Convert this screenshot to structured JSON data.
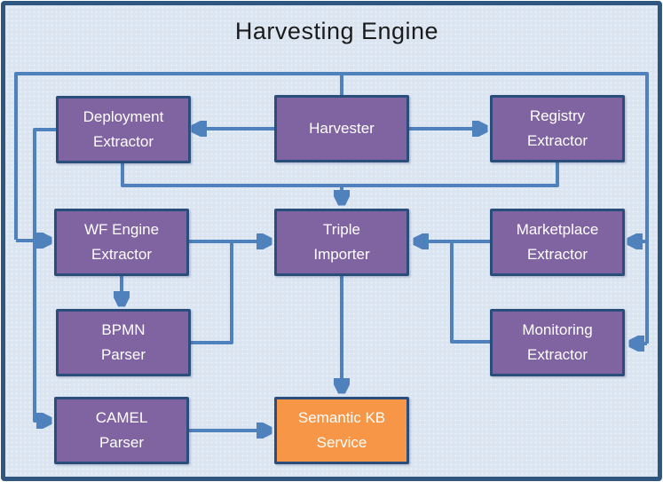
{
  "title": "Harvesting Engine",
  "colors": {
    "background": "#dbe5f1",
    "frame_border": "#2e567e",
    "node_fill_purple": "#8064a2",
    "node_fill_orange": "#f79646",
    "node_border": "#2a4d7c",
    "node_text": "#ffffff",
    "connector": "#4f81bd",
    "title_text": "#1b1b1b"
  },
  "nodes": {
    "deployment": {
      "label": "Deployment\nExtractor"
    },
    "harvester": {
      "label": "Harvester"
    },
    "registry": {
      "label": "Registry\nExtractor"
    },
    "wf_engine": {
      "label": "WF Engine\nExtractor"
    },
    "triple_importer": {
      "label": "Triple\nImporter"
    },
    "marketplace": {
      "label": "Marketplace\nExtractor"
    },
    "bpmn": {
      "label": "BPMN\nParser"
    },
    "monitoring": {
      "label": "Monitoring\nExtractor"
    },
    "camel": {
      "label": "CAMEL\nParser"
    },
    "semantic_kb": {
      "label": "Semantic KB\nService"
    }
  },
  "edges": [
    {
      "from": "harvester",
      "to": "deployment"
    },
    {
      "from": "harvester",
      "to": "registry"
    },
    {
      "from": "harvester",
      "to": "wf_engine",
      "via": "top-left rail"
    },
    {
      "from": "harvester",
      "to": "marketplace",
      "via": "top-right rail"
    },
    {
      "from": "harvester",
      "to": "monitoring",
      "via": "top-right rail"
    },
    {
      "from": "deployment",
      "to": "triple_importer",
      "via": "merge rail"
    },
    {
      "from": "registry",
      "to": "triple_importer",
      "via": "merge rail"
    },
    {
      "from": "deployment",
      "to": "camel",
      "via": "left rail"
    },
    {
      "from": "wf_engine",
      "to": "triple_importer"
    },
    {
      "from": "wf_engine",
      "to": "bpmn"
    },
    {
      "from": "bpmn",
      "to": "triple_importer",
      "via": "elbow"
    },
    {
      "from": "marketplace",
      "to": "triple_importer"
    },
    {
      "from": "monitoring",
      "to": "triple_importer",
      "via": "elbow"
    },
    {
      "from": "triple_importer",
      "to": "semantic_kb"
    },
    {
      "from": "camel",
      "to": "semantic_kb"
    }
  ]
}
